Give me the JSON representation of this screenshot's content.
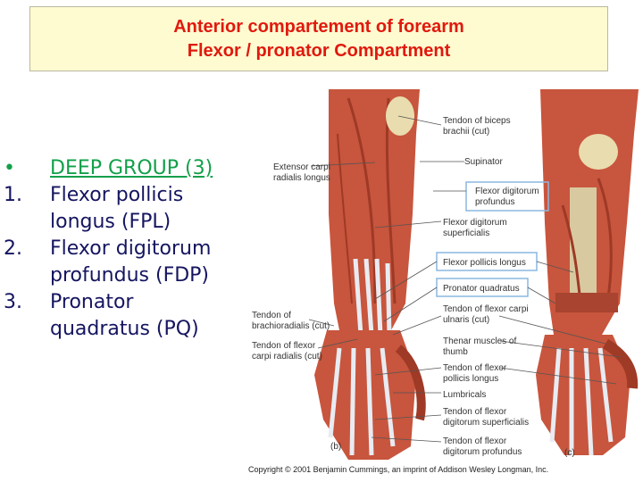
{
  "title": {
    "line1": "Anterior compartement of forearm",
    "line2": "Flexor / pronator Compartment"
  },
  "list": {
    "heading_bullet": "•",
    "heading": "DEEP GROUP (3)",
    "items": [
      {
        "num": "1.",
        "line1": "Flexor pollicis",
        "line2": "longus (FPL)"
      },
      {
        "num": "2.",
        "line1": "Flexor digitorum",
        "line2": "profundus (FDP)"
      },
      {
        "num": "3.",
        "line1": "Pronator",
        "line2": "quadratus (PQ)"
      }
    ]
  },
  "figure": {
    "left_labels": {
      "ext_carpi_1": "Extensor carpi",
      "ext_carpi_2": "radialis longus",
      "brachio_1": "Tendon of",
      "brachio_2": "brachioradialis (cut)",
      "fcr_1": "Tendon of flexor",
      "fcr_2": "carpi radialis (cut)"
    },
    "right_labels": {
      "biceps_1": "Tendon of biceps",
      "biceps_2": "brachii (cut)",
      "supinator": "Supinator",
      "fdp_1": "Flexor digitorum",
      "fdp_2": "profundus",
      "fds_1": "Flexor digitorum",
      "fds_2": "superficialis",
      "fpl": "Flexor pollicis longus",
      "pq": "Pronator quadratus",
      "fcu_1": "Tendon of flexor carpi",
      "fcu_2": "ulnaris (cut)",
      "thenar_1": "Thenar muscles of",
      "thenar_2": "thumb",
      "fpl_tendon_1": "Tendon of flexor",
      "fpl_tendon_2": "pollicis longus",
      "lumbricals": "Lumbricals",
      "fds_tendon_1": "Tendon of flexor",
      "fds_tendon_2": "digitorum superficialis",
      "fdp_tendon_1": "Tendon of flexor",
      "fdp_tendon_2": "digitorum profundus"
    },
    "panel_b": "(b)",
    "panel_c": "(c)",
    "copyright": "Copyright © 2001 Benjamin Cummings, an imprint of Addison Wesley Longman, Inc.",
    "colors": {
      "muscle": "#c8553d",
      "muscle_dark": "#9e3a26",
      "tendon": "#e8ecf2",
      "bone": "#e9dcae",
      "highlight_box": "#8ab8e0"
    }
  }
}
